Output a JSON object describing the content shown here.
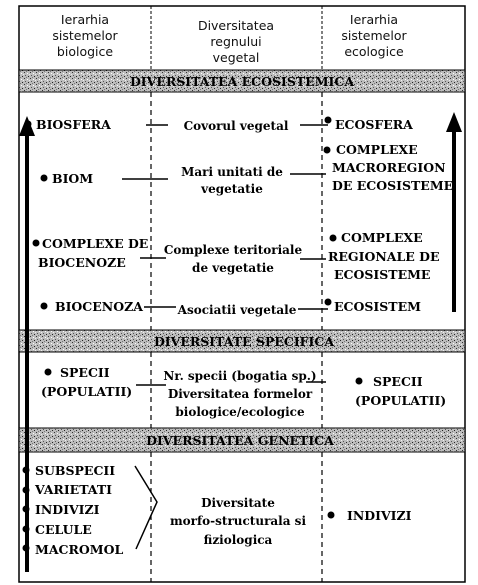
{
  "header": {
    "left": [
      "Ierarhia",
      "sistemelor",
      "biologice"
    ],
    "center": [
      "Diversitatea",
      "regnului",
      "vegetal"
    ],
    "right": [
      "Ierarhia",
      "sistemelor",
      "ecologice"
    ]
  },
  "bands": {
    "ecosystem": "DIVERSITATEA ECOSISTEMICA",
    "specific": "DIVERSITATE SPECIFICA",
    "genetic": "DIVERSITATEA GENETICA"
  },
  "rows": {
    "biosfera": {
      "left": [
        "BIOSFERA"
      ],
      "center": [
        "Covorul vegetal"
      ],
      "right": [
        "ECOSFERA"
      ]
    },
    "biom": {
      "left": [
        "BIOM"
      ],
      "center": [
        "Mari unitati de",
        "vegetatie"
      ],
      "right": [
        "COMPLEXE",
        "MACROREGION",
        "DE ECOSISTEME"
      ]
    },
    "complexe": {
      "left": [
        "COMPLEXE DE",
        "BIOCENOZE"
      ],
      "center": [
        "Complexe teritoriale",
        "de vegetatie"
      ],
      "right": [
        "COMPLEXE",
        "REGIONALE DE",
        "ECOSISTEME"
      ]
    },
    "biocenoza": {
      "left": [
        "BIOCENOZA"
      ],
      "center": [
        "Asociatii vegetale"
      ],
      "right": [
        "ECOSISTEM"
      ]
    },
    "specii": {
      "left": [
        "SPECII",
        "(POPULATII)"
      ],
      "center": [
        "Nr. specii (bogatia sp.)",
        "Diversitatea formelor",
        "biologice/ecologice"
      ],
      "right": [
        "SPECII",
        "(POPULATII)"
      ]
    },
    "genetic": {
      "left": [
        "SUBSPECII",
        "VARIETATI",
        "INDIVIZI",
        "CELULE",
        "MACROMOL"
      ],
      "center": [
        "Diversitate",
        "morfo-structurala si",
        "fiziologica"
      ],
      "right": [
        "INDIVIZI"
      ]
    }
  }
}
